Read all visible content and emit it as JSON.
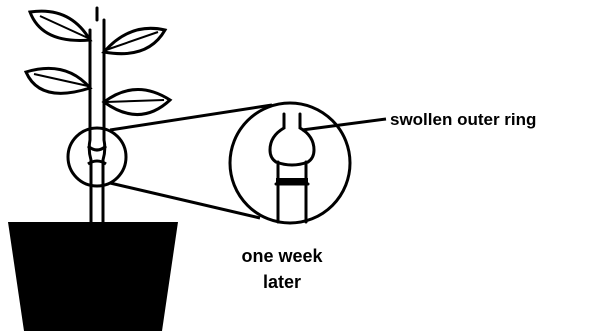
{
  "diagram": {
    "labels": {
      "swollen_ring": "swollen outer ring",
      "time_line1": "one week",
      "time_line2": "later"
    },
    "colors": {
      "ink": "#000000",
      "paper": "#ffffff"
    }
  }
}
